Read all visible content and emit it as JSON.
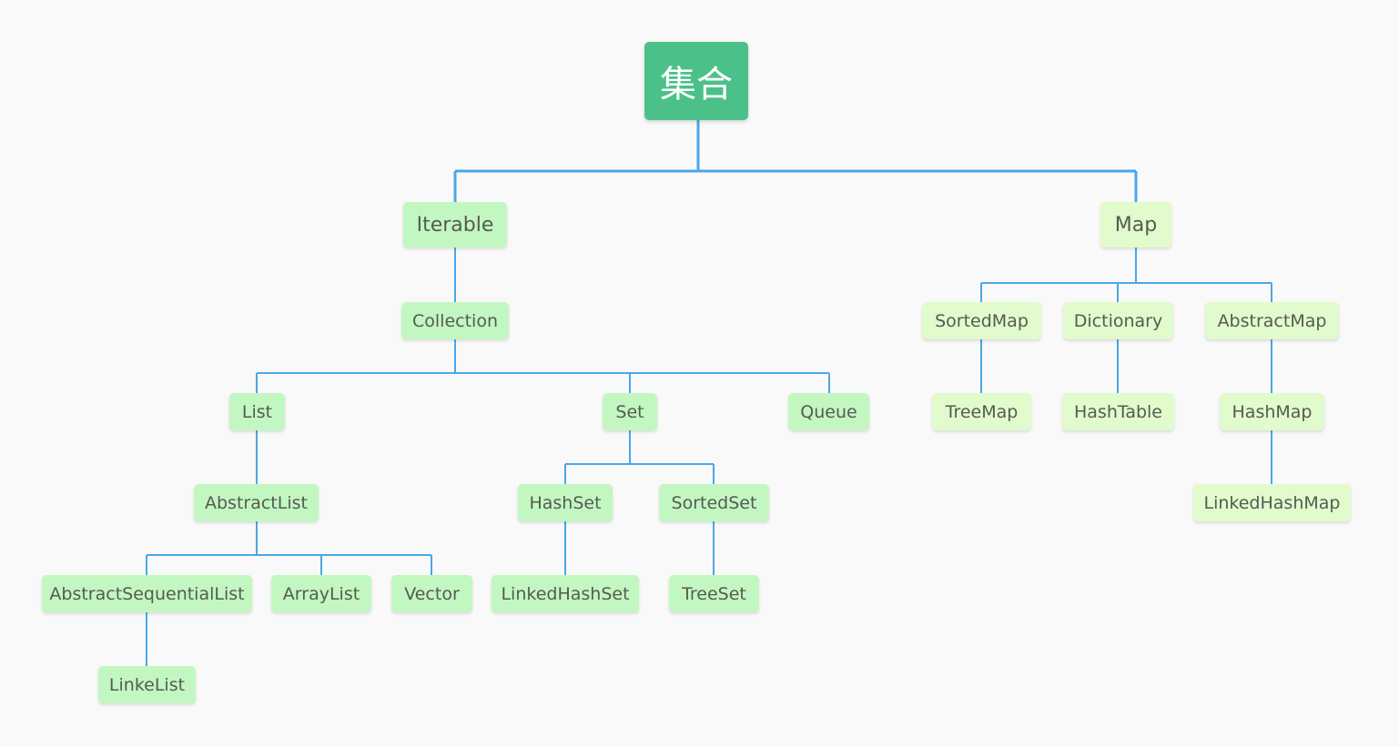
{
  "colors": {
    "background": "#f9f9f9",
    "root": "#4bc189",
    "collection_branch": "#c3f7c1",
    "map_branch": "#e1fbcc",
    "connector": "#4aa7e8",
    "text": "#555b52"
  },
  "nodes": {
    "root": "集合",
    "iterable": "Iterable",
    "map": "Map",
    "collection": "Collection",
    "list": "List",
    "set": "Set",
    "queue": "Queue",
    "abstract_list": "AbstractList",
    "abstract_sequential_list": "AbstractSequentialList",
    "array_list": "ArrayList",
    "vector": "Vector",
    "linke_list": "LinkeList",
    "hash_set": "HashSet",
    "sorted_set": "SortedSet",
    "linked_hash_set": "LinkedHashSet",
    "tree_set": "TreeSet",
    "sorted_map": "SortedMap",
    "dictionary": "Dictionary",
    "abstract_map": "AbstractMap",
    "tree_map": "TreeMap",
    "hash_table": "HashTable",
    "hash_map": "HashMap",
    "linked_hash_map": "LinkedHashMap"
  },
  "edges": [
    [
      "root",
      "iterable"
    ],
    [
      "root",
      "map"
    ],
    [
      "iterable",
      "collection"
    ],
    [
      "collection",
      "list"
    ],
    [
      "collection",
      "set"
    ],
    [
      "collection",
      "queue"
    ],
    [
      "list",
      "abstract_list"
    ],
    [
      "abstract_list",
      "abstract_sequential_list"
    ],
    [
      "abstract_list",
      "array_list"
    ],
    [
      "abstract_list",
      "vector"
    ],
    [
      "abstract_sequential_list",
      "linke_list"
    ],
    [
      "set",
      "hash_set"
    ],
    [
      "set",
      "sorted_set"
    ],
    [
      "hash_set",
      "linked_hash_set"
    ],
    [
      "sorted_set",
      "tree_set"
    ],
    [
      "map",
      "sorted_map"
    ],
    [
      "map",
      "dictionary"
    ],
    [
      "map",
      "abstract_map"
    ],
    [
      "sorted_map",
      "tree_map"
    ],
    [
      "dictionary",
      "hash_table"
    ],
    [
      "abstract_map",
      "hash_map"
    ],
    [
      "hash_map",
      "linked_hash_map"
    ]
  ]
}
